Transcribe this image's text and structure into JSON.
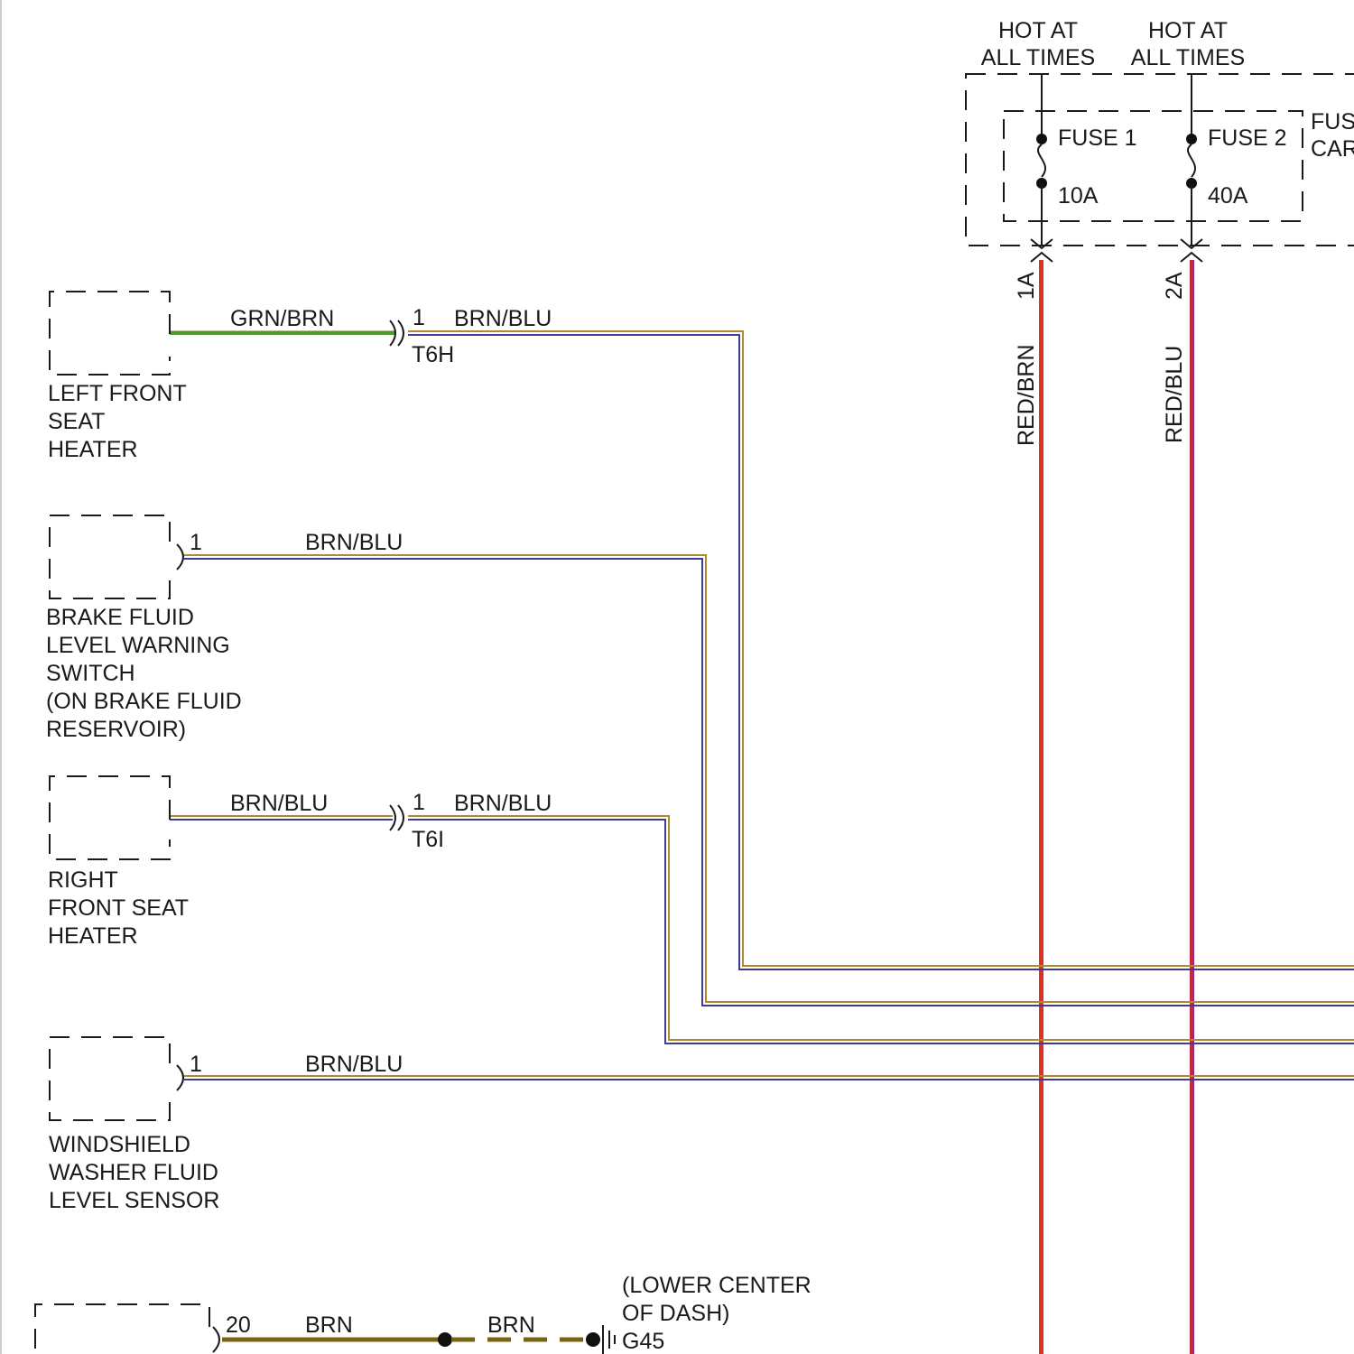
{
  "power": {
    "hot1": [
      "HOT AT",
      "ALL TIMES"
    ],
    "hot2": [
      "HOT AT",
      "ALL TIMES"
    ],
    "fuse_box": [
      "FUS",
      "CAR"
    ],
    "fuse1": {
      "name": "FUSE 1",
      "rating": "10A",
      "pin": "1A",
      "wire": "RED/BRN"
    },
    "fuse2": {
      "name": "FUSE 2",
      "rating": "40A",
      "pin": "2A",
      "wire": "RED/BLU"
    }
  },
  "components": {
    "left_seat": {
      "lines": [
        "LEFT FRONT",
        "SEAT",
        "HEATER"
      ],
      "wire_in": "GRN/BRN",
      "pin": "1",
      "connector": "T6H",
      "wire_out": "BRN/BLU"
    },
    "brake": {
      "lines": [
        "BRAKE FLUID",
        "LEVEL WARNING",
        "SWITCH",
        "(ON BRAKE FLUID",
        "RESERVOIR)"
      ],
      "pin": "1",
      "wire": "BRN/BLU"
    },
    "right_seat": {
      "lines": [
        "RIGHT",
        "FRONT SEAT",
        "HEATER"
      ],
      "wire_in": "BRN/BLU",
      "pin": "1",
      "connector": "T6I",
      "wire_out": "BRN/BLU"
    },
    "washer": {
      "lines": [
        "WINDSHIELD",
        "WASHER FLUID",
        "LEVEL SENSOR"
      ],
      "pin": "1",
      "wire": "BRN/BLU"
    },
    "bottom": {
      "pin": "20",
      "wire1": "BRN",
      "wire2": "BRN",
      "ground_loc": [
        "(LOWER CENTER",
        "OF DASH)"
      ],
      "ground": "G45"
    }
  },
  "colors": {
    "grn_brn": "#4f9a2c",
    "brn_blu_top": "#b0892c",
    "brn_blu_bottom": "#3f3a9c",
    "red_brn": "#e0301f",
    "red_blu": "#c8263f",
    "brn": "#7a6414"
  }
}
